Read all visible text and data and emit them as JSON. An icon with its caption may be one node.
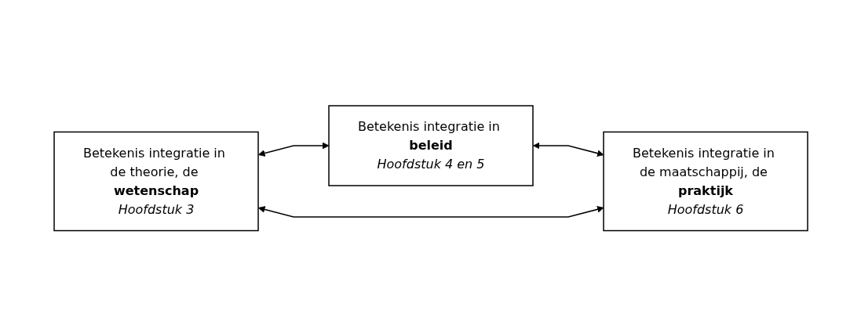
{
  "diagram": {
    "nodes": [
      {
        "text": [
          "Betekenis integratie in **beleid**",
          "Hoofdstuk 4 en 5"
        ]
      },
      {
        "text": [
          "Betekenis integratie in de theorie, de **wetenschap**",
          "Hoofdstuk 3"
        ]
      },
      {
        "text": [
          "Betekenis integratie in de maatschappij, de **praktijk**",
          "Hoofdstuk 6"
        ]
      }
    ],
    "edges": [
      {
        "from": 1,
        "to": 0,
        "arrow": "both"
      },
      {
        "from": 0,
        "to": 2,
        "arrow": "both"
      },
      {
        "from": 1,
        "to": 2,
        "arrow": "both"
      }
    ]
  }
}
